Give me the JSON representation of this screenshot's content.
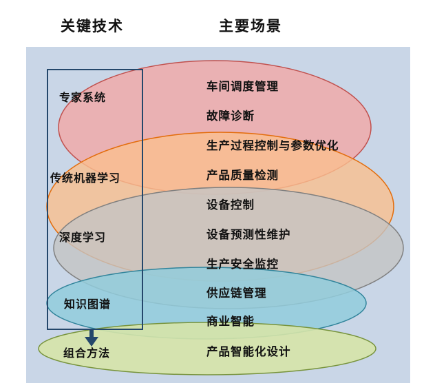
{
  "header": {
    "key_technologies": "关键技术",
    "main_scenarios": "主要场景"
  },
  "groups": [
    {
      "technology": "专家系统",
      "fill": "#f2a8a6",
      "stroke": "#c0504d",
      "scenarios": [
        "车间调度管理",
        "故障诊断",
        "生产过程控制与参数优化"
      ]
    },
    {
      "technology": "传统机器学习",
      "fill": "#fabf8f",
      "stroke": "#e36c0a",
      "scenarios": [
        "产品质量检测",
        "设备控制"
      ]
    },
    {
      "technology": "深度学习",
      "fill": "#c4c4c4",
      "stroke": "#7f7f7f",
      "scenarios": [
        "设备预测性维护",
        "生产安全监控"
      ]
    },
    {
      "technology": "知识图谱",
      "fill": "#92cddc",
      "stroke": "#31849b",
      "scenarios": [
        "供应链管理",
        "商业智能"
      ]
    },
    {
      "technology": "组合方法",
      "fill": "#d6e4a9",
      "stroke": "#77933c",
      "scenarios": [
        "产品智能化设计"
      ]
    }
  ],
  "colors": {
    "panel_bg": "#c9d6e7",
    "outline": "#24476b",
    "arrow": "#24476b",
    "text": "#111111"
  }
}
